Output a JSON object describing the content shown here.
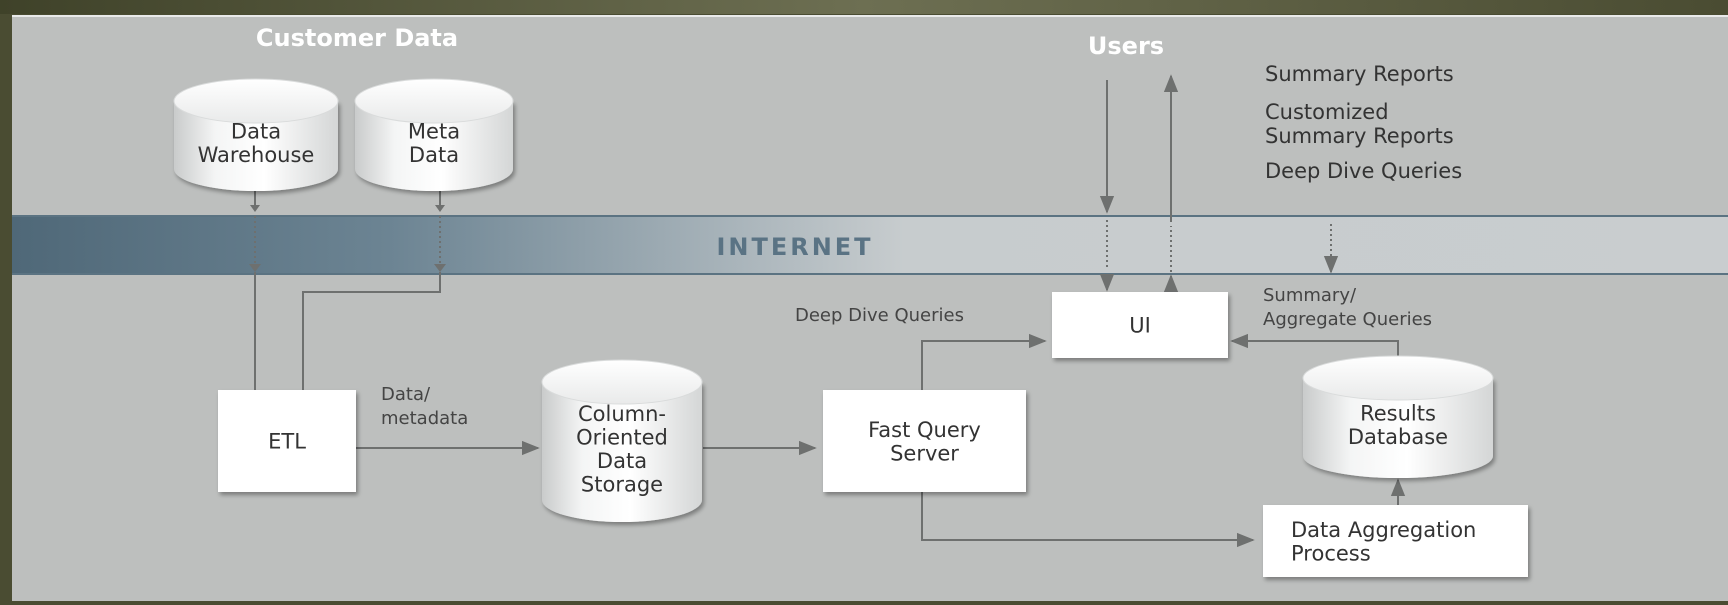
{
  "headings": {
    "customer_data": "Customer Data",
    "users": "Users",
    "internet": "INTERNET"
  },
  "databases": {
    "data_warehouse": [
      "Data",
      "Warehouse"
    ],
    "meta_data": [
      "Meta",
      "Data"
    ],
    "column_storage": [
      "Column-",
      "Oriented",
      "Data",
      "Storage"
    ],
    "results_database": [
      "Results",
      "Database"
    ]
  },
  "boxes": {
    "etl": [
      "ETL"
    ],
    "fast_query_server": [
      "Fast Query",
      "Server"
    ],
    "ui": [
      "UI"
    ],
    "data_aggregation": [
      "Data Aggregation",
      "Process"
    ]
  },
  "labels": {
    "data_metadata": [
      "Data/",
      "metadata"
    ],
    "deep_dive_queries": [
      "Deep Dive Queries"
    ],
    "summary_aggregate": [
      "Summary/",
      "Aggregate Queries"
    ]
  },
  "user_outputs": {
    "summary_reports": [
      "Summary Reports"
    ],
    "customized_summary": [
      "Customized",
      "Summary Reports"
    ],
    "deep_dive": [
      "Deep Dive Queries"
    ]
  },
  "colors": {
    "frame": "#4a4c32",
    "panel": "#bdbfbe",
    "internet_band_dark": "#5b7382",
    "internet_band_light": "#c3c8ca",
    "internet_text": "#5a7384",
    "heading_text": "#ffffff",
    "box_fill": "#ffffff",
    "line": "#6e706f",
    "text": "#333333"
  }
}
